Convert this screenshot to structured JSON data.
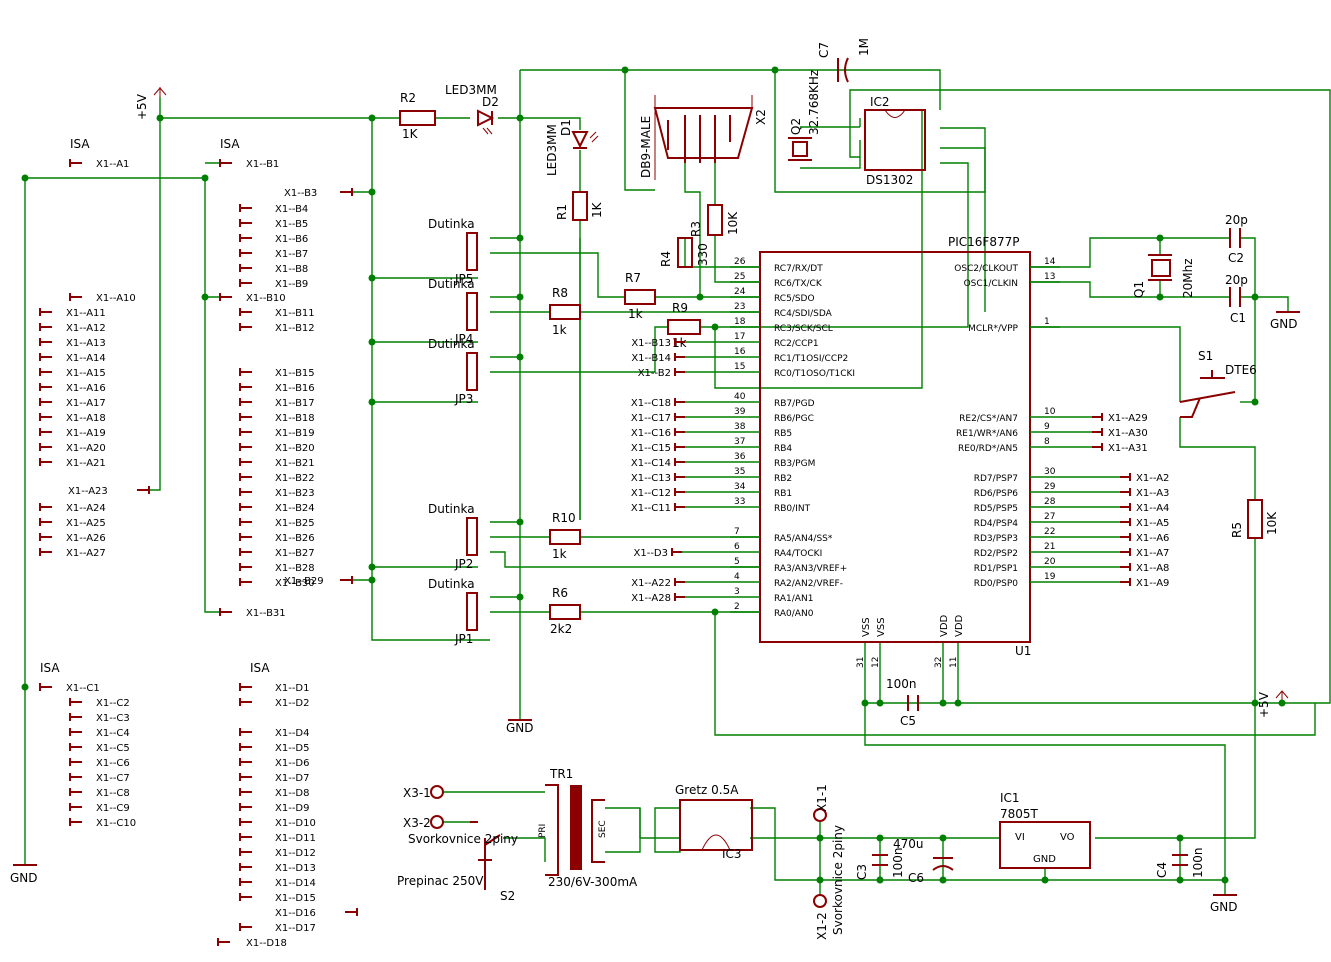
{
  "colors": {
    "wire": "#008000",
    "part": "#8b0000",
    "text": "#000000",
    "background": "#ffffff"
  },
  "labels": {
    "plus5v": "+5V",
    "gnd": "GND",
    "isa": "ISA",
    "r2": "R2",
    "r2v": "1K",
    "led3mm": "LED3MM",
    "d2": "D2",
    "d1": "D1",
    "db9": "DB9-MALE",
    "x2": "X2",
    "c7": "C7",
    "c7v": "1M",
    "q2": "Q2",
    "q2v": "32.768KHz",
    "ic2": "IC2",
    "ds1302": "DS1302",
    "r1": "R1",
    "r1v": "1K",
    "r3": "R3",
    "r3v": "10K",
    "r4": "R4",
    "r4v": "330",
    "pic": "PIC16F877P",
    "u1": "U1",
    "r7": "R7",
    "r7v": "1k",
    "r8": "R8",
    "r8v": "1k",
    "r9": "R9",
    "r9v": "1k",
    "r10": "R10",
    "r10v": "1k",
    "r6": "R6",
    "r6v": "2k2",
    "r5": "R5",
    "r5v": "10K",
    "dutinka": "Dutinka",
    "jp5": "JP5",
    "jp4": "JP4",
    "jp3": "JP3",
    "jp2": "JP2",
    "jp1": "JP1",
    "c2": "C2",
    "c2v": "20p",
    "c1": "C1",
    "c1v": "20p",
    "q1": "Q1",
    "q1v": "20Mhz",
    "s1": "S1",
    "dte6": "DTE6",
    "c5": "C5",
    "c5v": "100n",
    "vss": "VSS",
    "vdd": "VDD",
    "tr1": "TR1",
    "tr1v": "230/6V-300mA",
    "pri": "PRI",
    "sec": "SEC",
    "gretz": "Gretz 0.5A",
    "ic3": "IC3",
    "ic1": "IC1",
    "ic1v": "7805T",
    "vi": "VI",
    "vo": "VO",
    "c3": "C3",
    "c3v": "100n",
    "c6": "C6",
    "c6v": "470u",
    "c4": "C4",
    "c4v": "100n",
    "x3_1": "X3-1",
    "x3_2": "X3-2",
    "svork": "Svorkovnice 2piny",
    "prepinac": "Prepinac 250V",
    "s2": "S2",
    "x1_1": "X1-1",
    "x1_2": "X1-2"
  },
  "pic_left_pins": [
    {
      "num": "26",
      "name": "RC7/RX/DT"
    },
    {
      "num": "25",
      "name": "RC6/TX/CK"
    },
    {
      "num": "24",
      "name": "RC5/SDO"
    },
    {
      "num": "23",
      "name": "RC4/SDI/SDA"
    },
    {
      "num": "18",
      "name": "RC3/SCK/SCL"
    },
    {
      "num": "17",
      "name": "RC2/CCP1"
    },
    {
      "num": "16",
      "name": "RC1/T1OSI/CCP2"
    },
    {
      "num": "15",
      "name": "RC0/T1OSO/T1CKI"
    },
    {
      "num": "40",
      "name": "RB7/PGD"
    },
    {
      "num": "39",
      "name": "RB6/PGC"
    },
    {
      "num": "38",
      "name": "RB5"
    },
    {
      "num": "37",
      "name": "RB4"
    },
    {
      "num": "36",
      "name": "RB3/PGM"
    },
    {
      "num": "35",
      "name": "RB2"
    },
    {
      "num": "34",
      "name": "RB1"
    },
    {
      "num": "33",
      "name": "RB0/INT"
    },
    {
      "num": "7",
      "name": "RA5/AN4/SS*"
    },
    {
      "num": "6",
      "name": "RA4/TOCKI"
    },
    {
      "num": "5",
      "name": "RA3/AN3/VREF+"
    },
    {
      "num": "4",
      "name": "RA2/AN2/VREF-"
    },
    {
      "num": "3",
      "name": "RA1/AN1"
    },
    {
      "num": "2",
      "name": "RA0/AN0"
    }
  ],
  "pic_right_pins": [
    {
      "num": "14",
      "name": "OSC2/CLKOUT"
    },
    {
      "num": "13",
      "name": "OSC1/CLKIN"
    },
    {
      "num": "1",
      "name": "MCLR*/VPP"
    },
    {
      "num": "10",
      "name": "RE2/CS*/AN7"
    },
    {
      "num": "9",
      "name": "RE1/WR*/AN6"
    },
    {
      "num": "8",
      "name": "RE0/RD*/AN5"
    },
    {
      "num": "30",
      "name": "RD7/PSP7"
    },
    {
      "num": "29",
      "name": "RD6/PSP6"
    },
    {
      "num": "28",
      "name": "RD5/PSP5"
    },
    {
      "num": "27",
      "name": "RD4/PSP4"
    },
    {
      "num": "22",
      "name": "RD3/PSP3"
    },
    {
      "num": "21",
      "name": "RD2/PSP2"
    },
    {
      "num": "20",
      "name": "RD1/PSP1"
    },
    {
      "num": "19",
      "name": "RD0/PSP0"
    }
  ],
  "pic_bottom_pins": [
    "31",
    "12",
    "32",
    "11"
  ],
  "pic_left_nets": [
    "X1--B13",
    "X1--B14",
    "X1--B2",
    "X1--C18",
    "X1--C17",
    "X1--C16",
    "X1--C15",
    "X1--C14",
    "X1--C13",
    "X1--C12",
    "X1--C11",
    "X1--D3",
    "X1--A22",
    "X1--A28"
  ],
  "pic_right_nets": [
    "X1--A29",
    "X1--A30",
    "X1--A31",
    "X1--A2",
    "X1--A3",
    "X1--A4",
    "X1--A5",
    "X1--A6",
    "X1--A7",
    "X1--A8",
    "X1--A9"
  ],
  "isa_a": [
    "X1--A1",
    "X1--A10",
    "X1--A11",
    "X1--A12",
    "X1--A13",
    "X1--A14",
    "X1--A15",
    "X1--A16",
    "X1--A17",
    "X1--A18",
    "X1--A19",
    "X1--A20",
    "X1--A21",
    "X1--A23",
    "X1--A24",
    "X1--A25",
    "X1--A26",
    "X1--A27"
  ],
  "isa_b": [
    "X1--B1",
    "X1--B3",
    "X1--B4",
    "X1--B5",
    "X1--B6",
    "X1--B7",
    "X1--B8",
    "X1--B9",
    "X1--B10",
    "X1--B11",
    "X1--B12",
    "X1--B15",
    "X1--B16",
    "X1--B17",
    "X1--B18",
    "X1--B19",
    "X1--B20",
    "X1--B21",
    "X1--B22",
    "X1--B23",
    "X1--B24",
    "X1--B25",
    "X1--B26",
    "X1--B27",
    "X1--B28",
    "X1--B29",
    "X1--B30",
    "X1--B31"
  ],
  "isa_c": [
    "X1--C1",
    "X1--C2",
    "X1--C3",
    "X1--C4",
    "X1--C5",
    "X1--C6",
    "X1--C7",
    "X1--C8",
    "X1--C9",
    "X1--C10"
  ],
  "isa_d": [
    "X1--D1",
    "X1--D2",
    "X1--D4",
    "X1--D5",
    "X1--D6",
    "X1--D7",
    "X1--D8",
    "X1--D9",
    "X1--D10",
    "X1--D11",
    "X1--D12",
    "X1--D13",
    "X1--D14",
    "X1--D15",
    "X1--D16",
    "X1--D17",
    "X1--D18"
  ]
}
